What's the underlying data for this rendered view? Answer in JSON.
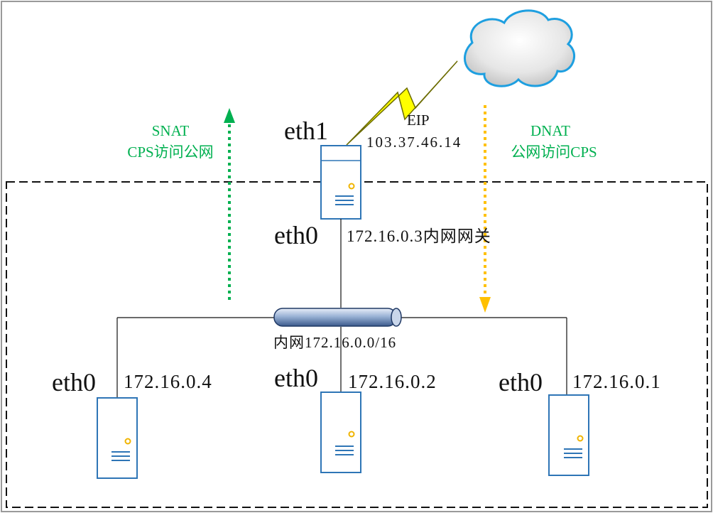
{
  "colors": {
    "server_outline": "#2e75b6",
    "server_led": "#f0b400",
    "snat_arrow": "#00b050",
    "dnat_arrow": "#ffc000",
    "label_green": "#00b050",
    "lightning": "#ffff00",
    "cloud_outline": "#1e9fe0"
  },
  "gateway": {
    "eth1_label": "eth1",
    "eip_label": "EIP",
    "eip_address": "103.37.46.14",
    "eth0_label": "eth0",
    "eth0_desc": "172.16.0.3内网网关"
  },
  "snat": {
    "title": "SNAT",
    "desc": "CPS访问公网"
  },
  "dnat": {
    "title": "DNAT",
    "desc": "公网访问CPS"
  },
  "subnet": {
    "label": "内网172.16.0.0/16"
  },
  "servers": [
    {
      "iface": "eth0",
      "ip": "172.16.0.4"
    },
    {
      "iface": "eth0",
      "ip": "172.16.0.2"
    },
    {
      "iface": "eth0",
      "ip": "172.16.0.1"
    }
  ]
}
